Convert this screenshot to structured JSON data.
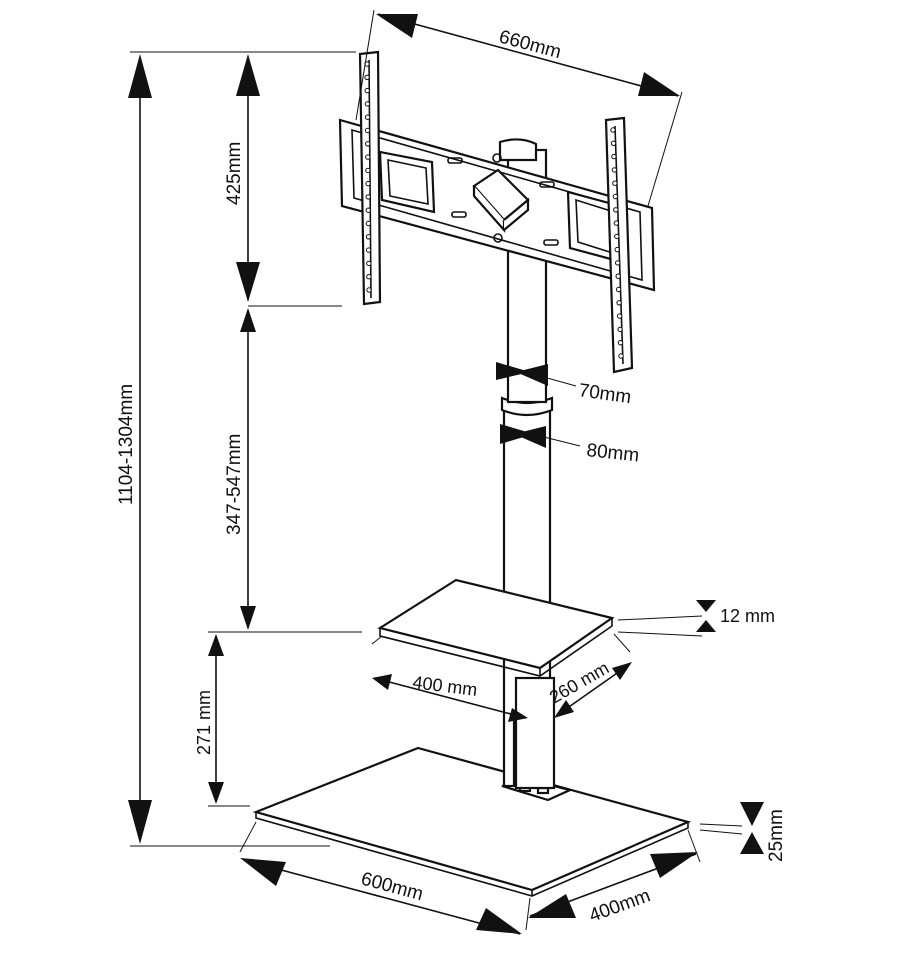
{
  "dimensions": {
    "width_660": "660mm",
    "height_425": "425mm",
    "height_total": "1104-1304mm",
    "height_347": "347-547mm",
    "pole_70": "70mm",
    "pole_80": "80mm",
    "shelf_thickness": "12 mm",
    "shelf_width": "400 mm",
    "shelf_depth": "260 mm",
    "shelf_height": "271 mm",
    "base_width": "600mm",
    "base_depth": "400mm",
    "base_thickness": "25mm"
  }
}
